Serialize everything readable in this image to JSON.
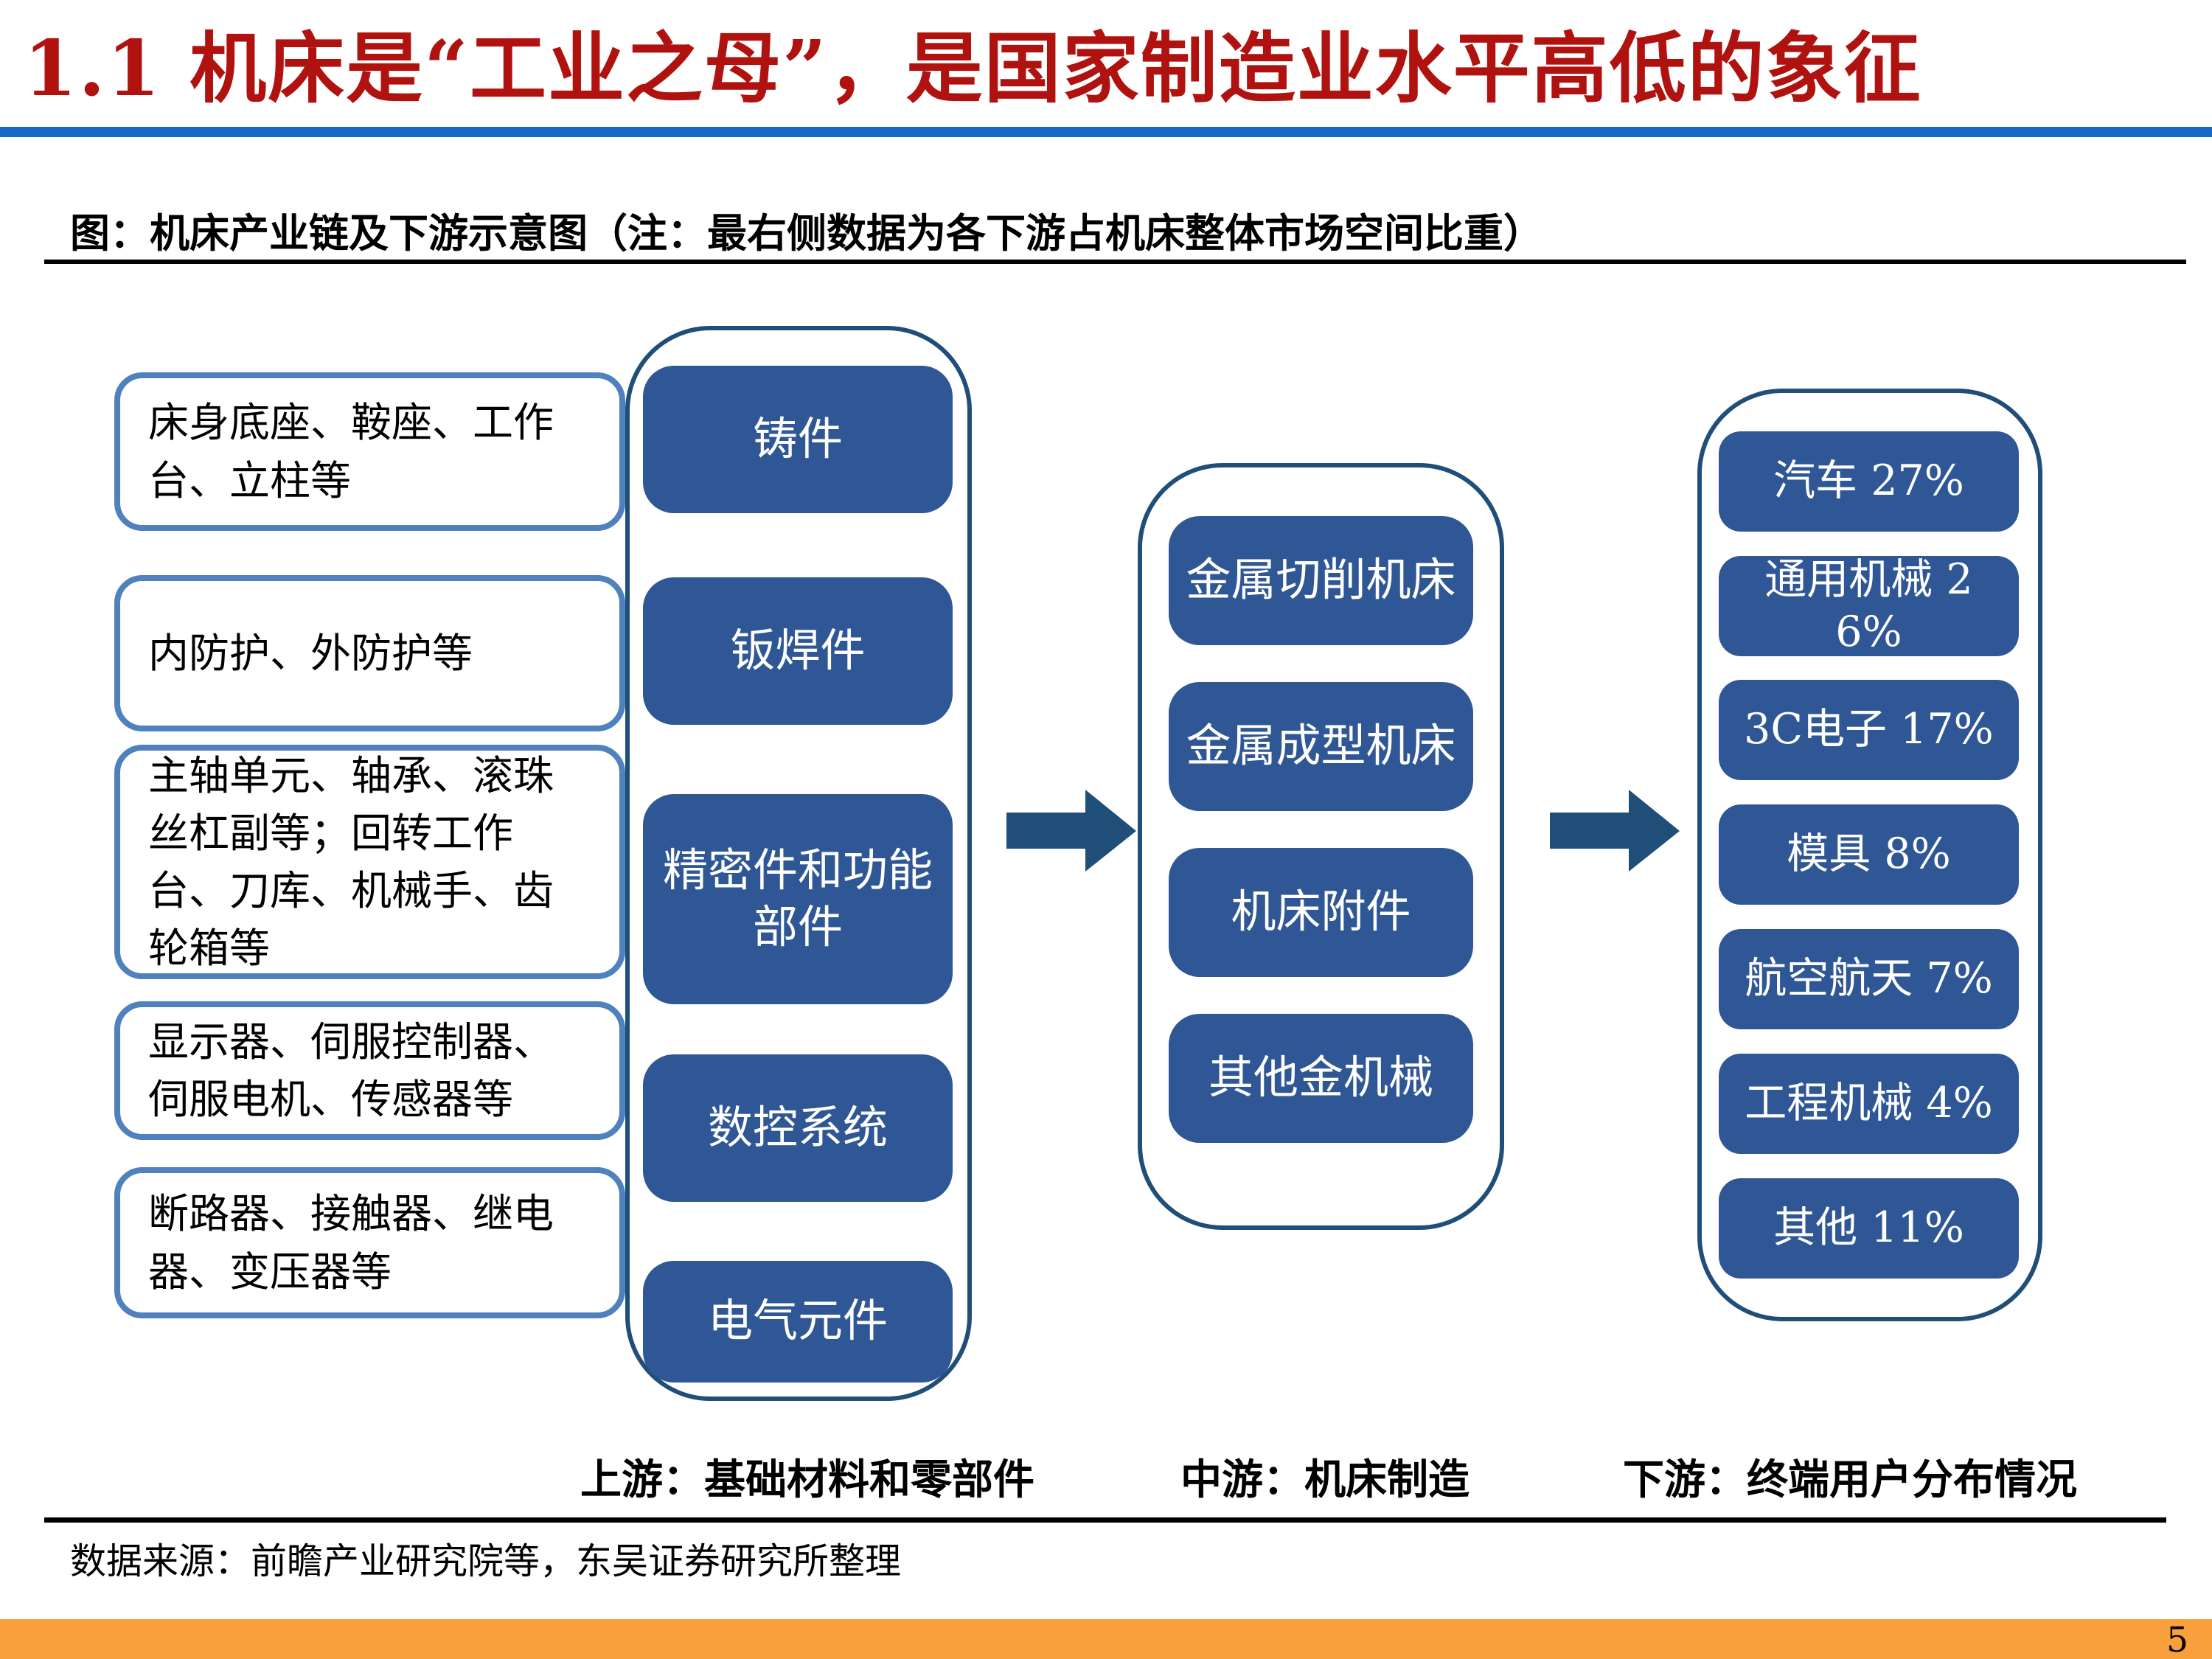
{
  "slide": {
    "title": "1.1 机床是“工业之母”，是国家制造业水平高低的象征",
    "caption": "图：机床产业链及下游示意图（注：最右侧数据为各下游占机床整体市场空间比重）",
    "source": "数据来源：前瞻产业研究院等，东吴证券研究所整理",
    "page_number": "5"
  },
  "colors": {
    "title_red": "#B0120F",
    "header_rule_blue": "#1568C5",
    "box_blue": "#2F5795",
    "container_border_navy": "#1F4E79",
    "left_box_border_blue": "#4E81BD",
    "arrow_blue": "#1F4E79",
    "footer_orange": "#F9A03C"
  },
  "diagram": {
    "stage_labels": {
      "upstream": "上游：基础材料和零部件",
      "midstream": "中游：机床制造",
      "downstream": "下游：终端用户分布情况"
    },
    "upstream_inputs": [
      "床身底座、鞍座、工作台、立柱等",
      "内防护、外防护等",
      "主轴单元、轴承、滚珠丝杠副等；回转工作台、刀库、机械手、齿轮箱等",
      "显示器、伺服控制器、伺服电机、传感器等",
      "断路器、接触器、继电器、变压器等"
    ],
    "upstream_components": [
      "铸件",
      "钣焊件",
      "精密件和功能部件",
      "数控系统",
      "电气元件"
    ],
    "midstream_products": [
      "金属切削机床",
      "金属成型机床",
      "机床附件",
      "其他金机械"
    ],
    "downstream_users": [
      {
        "label": "汽车 27%",
        "name": "汽车",
        "share": "27%"
      },
      {
        "label": "通用机械 26%",
        "name": "通用机械",
        "share": "26%"
      },
      {
        "label": "3C电子 17%",
        "name": "3C电子",
        "share": "17%"
      },
      {
        "label": "模具 8%",
        "name": "模具",
        "share": "8%"
      },
      {
        "label": "航空航天 7%",
        "name": "航空航天",
        "share": "7%"
      },
      {
        "label": "工程机械 4%",
        "name": "工程机械",
        "share": "4%"
      },
      {
        "label": "其他 11%",
        "name": "其他",
        "share": "11%"
      }
    ]
  }
}
